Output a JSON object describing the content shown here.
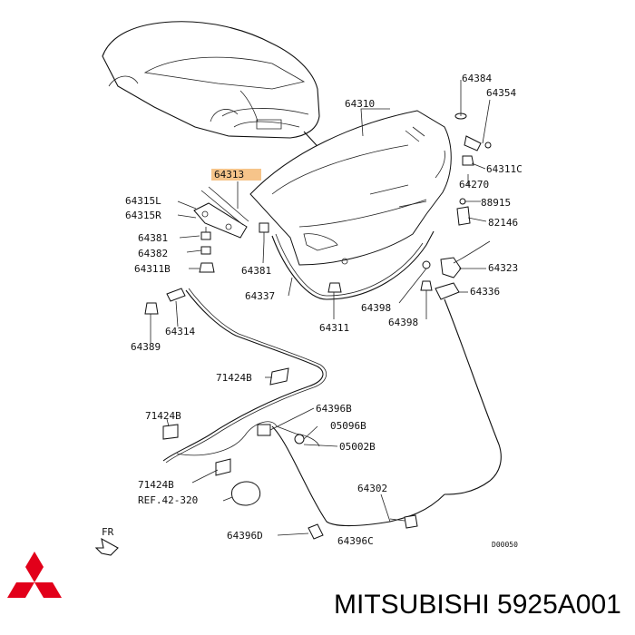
{
  "diagram": {
    "labels": {
      "p64384": "64384",
      "p64354": "64354",
      "p64310": "64310",
      "p64311c": "64311C",
      "p64270": "64270",
      "p88915": "88915",
      "p82146": "82146",
      "p64313": "64313",
      "p64315l": "64315L",
      "p64315r": "64315R",
      "p64381a": "64381",
      "p64382": "64382",
      "p64311b": "64311B",
      "p64381b": "64381",
      "p64337": "64337",
      "p64323": "64323",
      "p64336": "64336",
      "p64398a": "64398",
      "p64398b": "64398",
      "p64311": "64311",
      "p64314": "64314",
      "p64389": "64389",
      "p71424b1": "71424B",
      "p71424b2": "71424B",
      "p71424b3": "71424B",
      "p64396b": "64396B",
      "p05096b": "05096B",
      "p05002b": "05002B",
      "ref": "REF.42-320",
      "p64302": "64302",
      "p64396d": "64396D",
      "p64396c": "64396C",
      "fr": "FR",
      "code": "D00050"
    }
  },
  "brand": {
    "part_number": "MITSUBISHI 5925A001",
    "logo_icon": "mitsubishi-three-diamonds",
    "logo_color": "#e2001a"
  },
  "highlight_color": "#f6c48a"
}
